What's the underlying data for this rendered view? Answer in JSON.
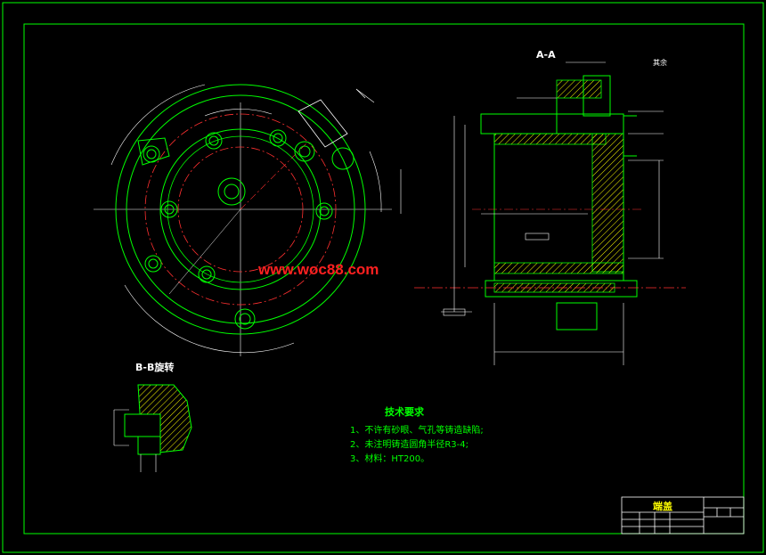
{
  "watermark": "www.woc88.com",
  "views": {
    "section_aa": "A-A",
    "section_bb": "B-B旋转",
    "rough_note": "其余"
  },
  "notes": {
    "title": "技术要求",
    "items": [
      "1、不许有砂眼、气孔等铸造缺陷;",
      "2、未注明铸造圆角半径R3-4;",
      "3、材料：HT200。"
    ]
  },
  "title_block": {
    "part_name": "端盖"
  },
  "colors": {
    "background": "#000000",
    "border": "#00ff00",
    "outline": "#00ff00",
    "centerline": "#ff3030",
    "dimension": "#ffffff",
    "hatch": "#ffff00",
    "notes_text": "#00ff00"
  }
}
